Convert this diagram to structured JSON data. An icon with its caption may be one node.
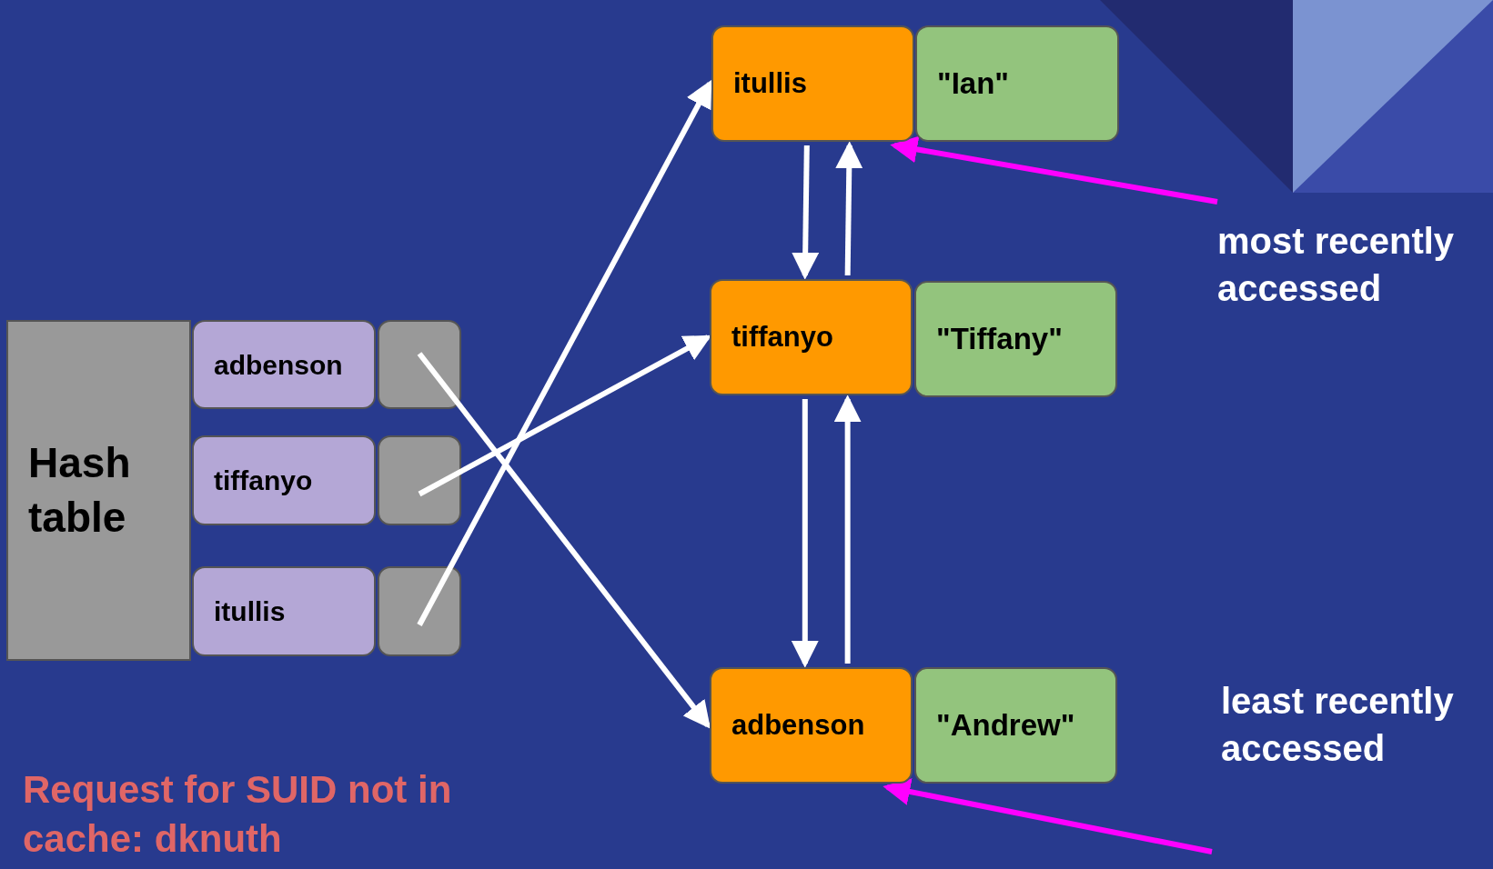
{
  "diagram": {
    "nodes": [
      {
        "text": [
          "Hash table"
        ]
      },
      {
        "text": [
          "adbenson"
        ]
      },
      {
        "text": [],
        "shape": "box"
      },
      {
        "text": [
          "tiffanyo"
        ]
      },
      {
        "text": [],
        "shape": "box"
      },
      {
        "text": [
          "itullis"
        ]
      },
      {
        "text": [],
        "shape": "box"
      },
      {
        "text": [
          "itullis"
        ]
      },
      {
        "text": [
          "\"Ian\""
        ]
      },
      {
        "text": [
          "tiffanyo"
        ]
      },
      {
        "text": [
          "\"Tiffany\""
        ]
      },
      {
        "text": [
          "adbenson"
        ]
      },
      {
        "text": [
          "\"Andrew\""
        ]
      },
      {
        "text": [
          "most recently accessed"
        ]
      },
      {
        "text": [
          "least recently accessed"
        ]
      }
    ],
    "edges": [
      {
        "from": 2,
        "to": 11,
        "arrow": "to"
      },
      {
        "from": 4,
        "to": 9,
        "arrow": "to"
      },
      {
        "from": 6,
        "to": 7,
        "arrow": "to"
      },
      {
        "from": 7,
        "to": 9,
        "arrow": "to"
      },
      {
        "from": 9,
        "to": 7,
        "arrow": "to"
      },
      {
        "from": 9,
        "to": 11,
        "arrow": "to"
      },
      {
        "from": 11,
        "to": 9,
        "arrow": "to"
      },
      {
        "from": 13,
        "to": 7,
        "arrow": "to",
        "color": "#ff00ff"
      },
      {
        "from": 14,
        "to": 11,
        "arrow": "to",
        "color": "#ff00ff"
      }
    ],
    "labels": [
      "Request for SUID not in cache: dknuth"
    ]
  }
}
